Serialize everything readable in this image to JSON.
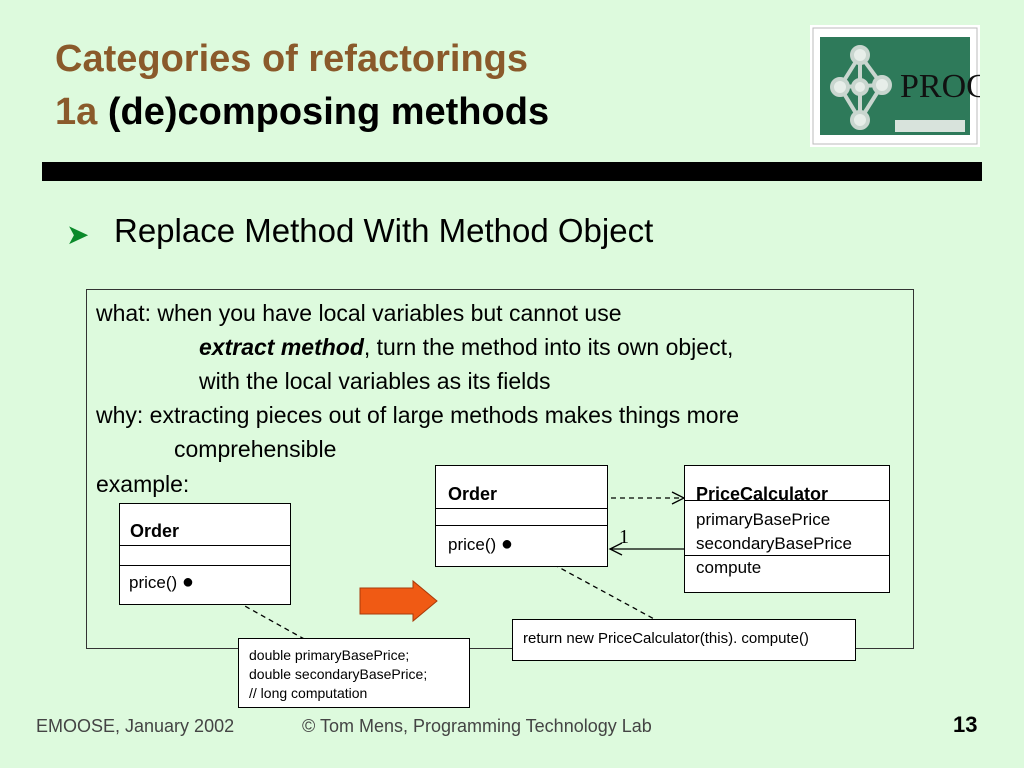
{
  "title": {
    "line1": "Categories of refactorings",
    "line2_number": "1a",
    "line2_text": "(de)composing methods"
  },
  "logo": {
    "text": "PROG",
    "icon": "atomium-logo-icon"
  },
  "bullet": {
    "text": "Replace Method With Method Object"
  },
  "description": {
    "what_line1": "what: when you have local variables but cannot use",
    "what_em": "extract method",
    "what_line2_rest": ", turn the method into its own object,",
    "what_line3": "with the local variables as its fields",
    "why_line1": "why:  extracting pieces out of large methods makes things more",
    "why_line2": "comprehensible",
    "example": "example:"
  },
  "diagram_before": {
    "class_name": "Order",
    "method": "price()",
    "note_lines": [
      "double primaryBasePrice;",
      "double secondaryBasePrice;",
      "// long computation"
    ]
  },
  "diagram_after": {
    "order_name": "Order",
    "order_method": "price()",
    "calc_name": "PriceCalculator",
    "calc_fields": [
      "primaryBasePrice",
      "secondaryBasePrice"
    ],
    "calc_method": "compute",
    "multiplicity": "1",
    "note": "return new PriceCalculator(this). compute()"
  },
  "footer": {
    "left": "EMOOSE, January 2002",
    "center": "© Tom Mens, Programming Technology Lab",
    "page_number": "13"
  },
  "colors": {
    "background": "#ddfadd",
    "title_brown": "#8a5a2b",
    "bullet_green": "#0a8a2a",
    "arrow_orange": "#f05a14"
  }
}
